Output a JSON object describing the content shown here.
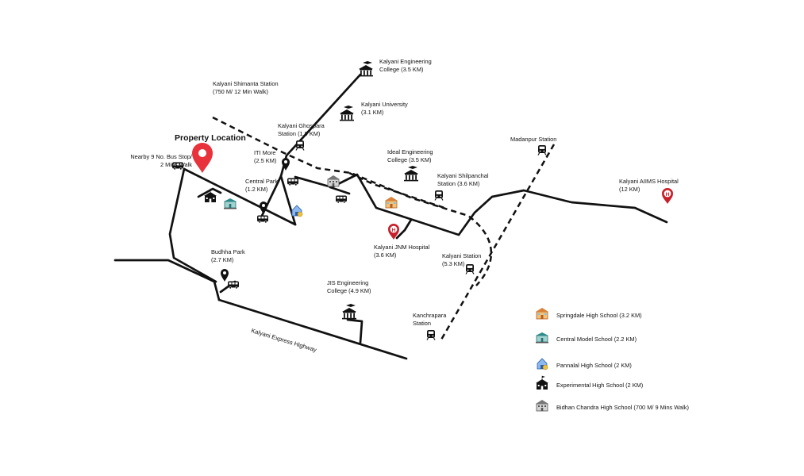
{
  "map": {
    "property": {
      "title": "Property Location",
      "color": "#e8323c"
    },
    "places": {
      "shimanta": [
        "Kalyani Shimanta Station",
        "(750 M/ 12 Min Walk)"
      ],
      "eng_college": [
        "Kalyani Engineering",
        "College (3.5 KM)"
      ],
      "university": [
        "Kalyani University",
        "(3.1 KM)"
      ],
      "ghospara": [
        "Kalyani Ghospara",
        "Station (1.9 KM)"
      ],
      "iti_more": [
        "ITI More",
        "(2.5 KM)"
      ],
      "bus_stop": [
        "Nearby 9 No. Bus Stop/",
        "2 Mins Walk"
      ],
      "central_park": [
        "Central Park",
        "(1.2 KM)"
      ],
      "ideal_eng": [
        "Ideal Engineering",
        "College (3.5 KM)"
      ],
      "shilpanchal": [
        "Kalyani Shilpanchal",
        "Station (3.6 KM)"
      ],
      "madanpur": [
        "Madanpur Station"
      ],
      "aiims": [
        "Kalyani AIIMS Hospital",
        "(12 KM)"
      ],
      "jnm": [
        "Kalyani JNM Hospital",
        "(3.6 KM)"
      ],
      "kalyani_station": [
        "Kalyani Station",
        "(5.3 KM)"
      ],
      "budhha_park": [
        "Budhha Park",
        "(2.7 KM)"
      ],
      "jis": [
        "JIS Engineering",
        "College (4.9 KM)"
      ],
      "kanchrapara": [
        "Kanchrapara",
        "Station"
      ]
    },
    "road_label": "Kalyani Express Highway",
    "legend": [
      {
        "icon": "springdale-school-icon",
        "label": "Springdale High School (3.2 KM)",
        "color": "#d9823b"
      },
      {
        "icon": "central-model-school-icon",
        "label": "Central Model School (2.2 KM)",
        "color": "#2e8b8b"
      },
      {
        "icon": "pannalal-school-icon",
        "label": "Pannalal High School (2 KM)",
        "color": "#4a7fd4"
      },
      {
        "icon": "experimental-school-icon",
        "label": "Experimental High School (2 KM)",
        "color": "#111111"
      },
      {
        "icon": "bidhan-chandra-school-icon",
        "label": "Bidhan Chandra High School (700 M/ 9 Mins Walk)",
        "color": "#888888"
      }
    ]
  }
}
